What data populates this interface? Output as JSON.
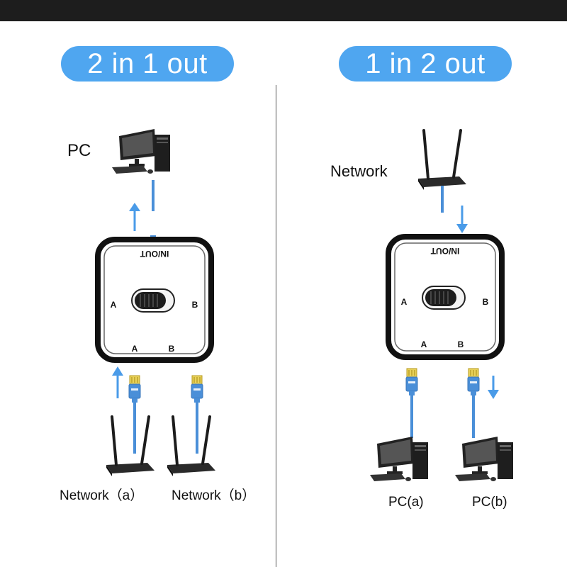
{
  "left_panel": {
    "title": "2 in 1 out",
    "pc_label": "PC",
    "network_a_label": "Network（a）",
    "network_b_label": "Network（b）",
    "switch": {
      "top_label": "IN/OUT",
      "side_a": "A",
      "side_b": "B",
      "bottom_a": "A",
      "bottom_b": "B"
    }
  },
  "right_panel": {
    "title": "1 in 2 out",
    "network_label": "Network",
    "pc_a_label": "PC(a)",
    "pc_b_label": "PC(b)",
    "switch": {
      "top_label": "IN/OUT",
      "side_a": "A",
      "side_b": "B",
      "bottom_a": "A",
      "bottom_b": "B"
    }
  },
  "colors": {
    "pill": "#4fa6f0",
    "cable": "#4a8fd8",
    "arrow": "#4a9be8",
    "top_bar": "#1d1d1d"
  }
}
